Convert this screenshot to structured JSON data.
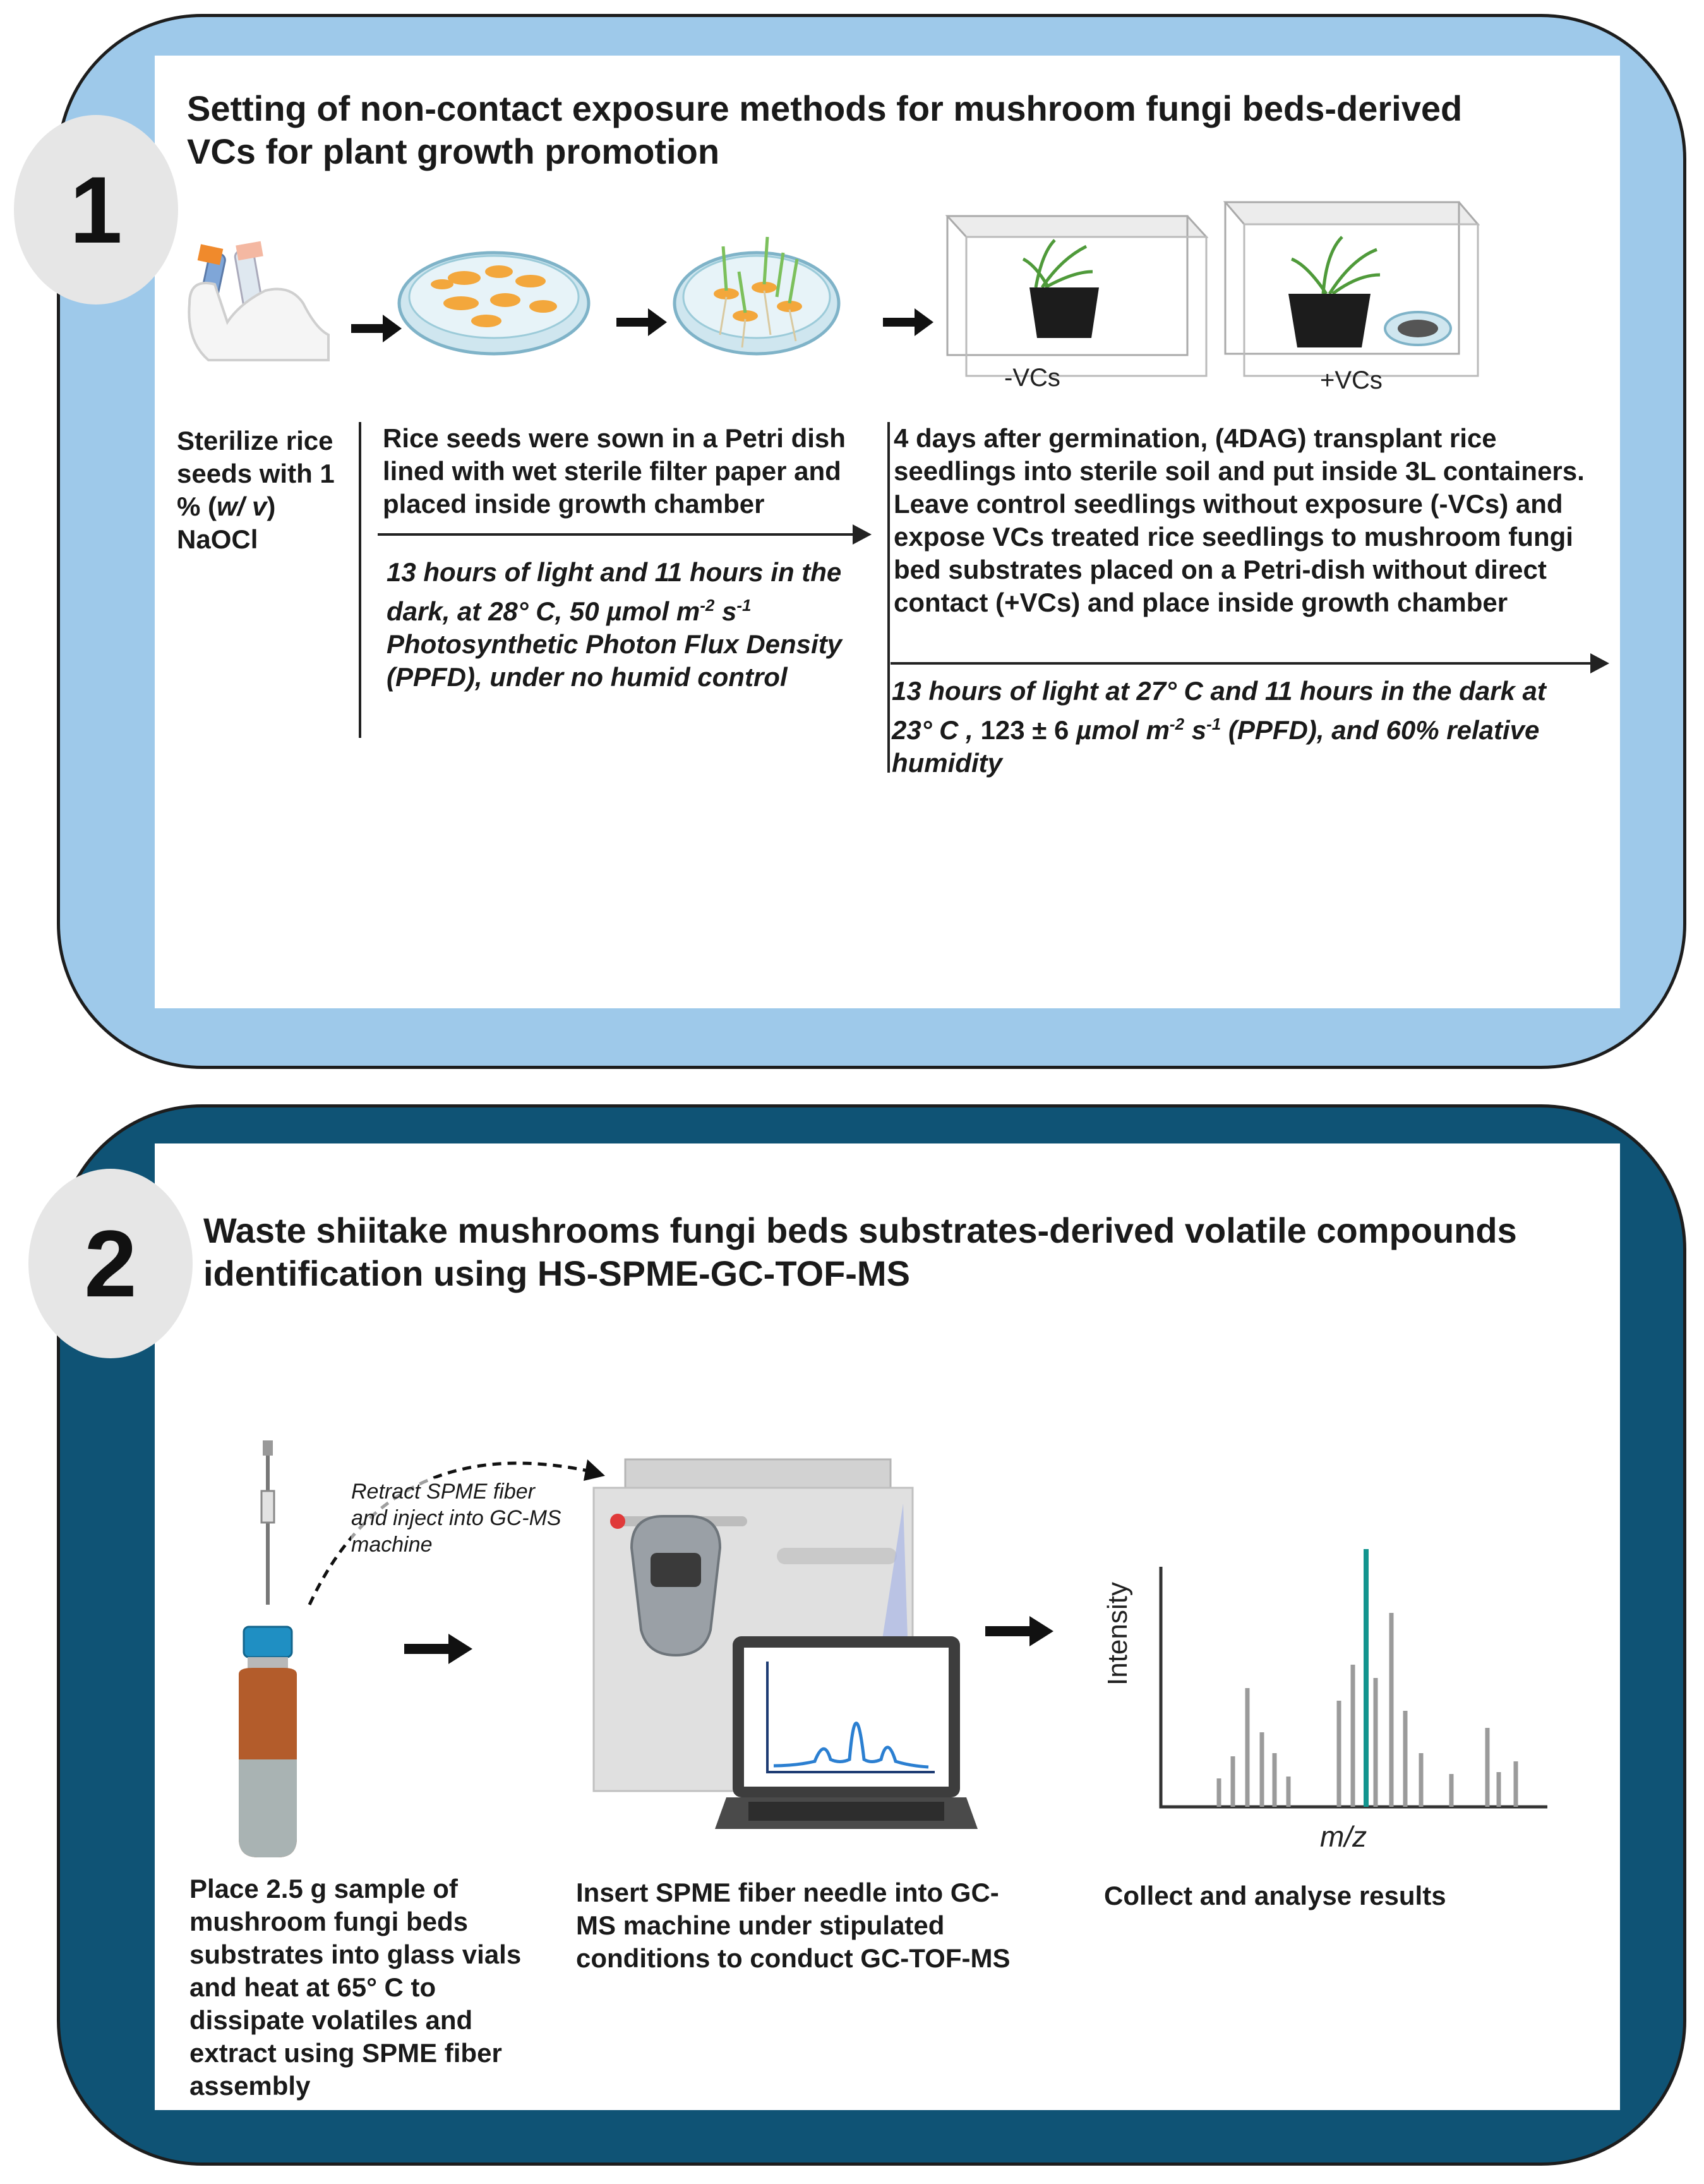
{
  "panel1": {
    "number": "1",
    "title_line1": "Setting of non-contact exposure methods for mushroom fungi beds-derived",
    "title_line2": "VCs for plant growth promotion",
    "box_labels": {
      "minus": "-VCs",
      "plus": "+VCs"
    },
    "step1": {
      "line1": "Sterilize rice",
      "line2": "seeds with 1",
      "line3_a": "% (",
      "line3_i": "w/ v",
      "line3_b": ")",
      "line4": "NaOCl"
    },
    "step2": {
      "text": "Rice seeds were sown in a Petri dish lined with wet sterile filter paper and placed inside growth chamber",
      "cond_a": "13 hours of light and 11 hours in the dark, at 28° C, 50 µmol m",
      "cond_sup1": "-2",
      "cond_b": " s",
      "cond_sup2": "-1",
      "cond_c": " Photosynthetic Photon Flux Density (PPFD), under no humid control"
    },
    "step3": {
      "text": "4 days after germination, (4DAG) transplant rice seedlings into sterile soil and put inside 3L containers. Leave control seedlings without exposure (-VCs) and expose VCs treated rice seedlings to mushroom fungi bed substrates placed on a Petri-dish without direct contact (+VCs) and place inside growth chamber",
      "cond_a": "13 hours of light at 27° C and 11 hours in the dark at 23° C , ",
      "cond_b": "123 ± 6",
      "cond_c": " µmol m",
      "cond_sup1": "-2",
      "cond_d": " s",
      "cond_sup2": "-1",
      "cond_e": " (PPFD), and 60% relative humidity"
    },
    "colors": {
      "outer": "#9ec9ea",
      "inner": "#ffffff"
    }
  },
  "panel2": {
    "number": "2",
    "title_line1": "Waste shiitake mushrooms fungi beds substrates-derived volatile compounds",
    "title_line2": "identification using HS-SPME-GC-TOF-MS",
    "annotation": {
      "line1": "Retract SPME fiber",
      "line2": "and inject into GC-MS",
      "line3": "machine"
    },
    "step1": "Place 2.5 g sample of mushroom fungi beds substrates into glass vials and heat at 65° C to dissipate volatiles and extract using SPME fiber assembly",
    "step2": "Insert SPME fiber needle into GC-MS machine under stipulated conditions to conduct GC-TOF-MS",
    "step3": "Collect  and analyse results",
    "spectrum": {
      "ylabel": "Intensity",
      "xlabel": "m/z"
    },
    "colors": {
      "outer": "#0f5375",
      "inner": "#ffffff",
      "peak": "#13958f"
    }
  }
}
